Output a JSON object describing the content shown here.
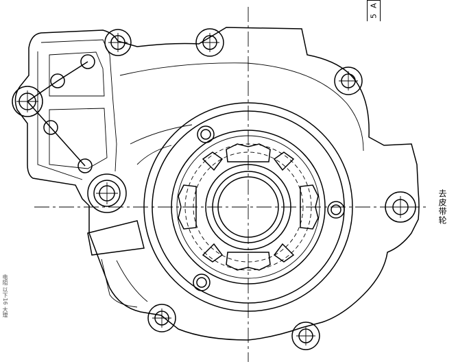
{
  "annotations": {
    "belt_pulley_label": "去皮带轮",
    "datum_fragment": "5",
    "datum_letter": "A"
  },
  "margin_text": "电阻 以下16 大理"
}
